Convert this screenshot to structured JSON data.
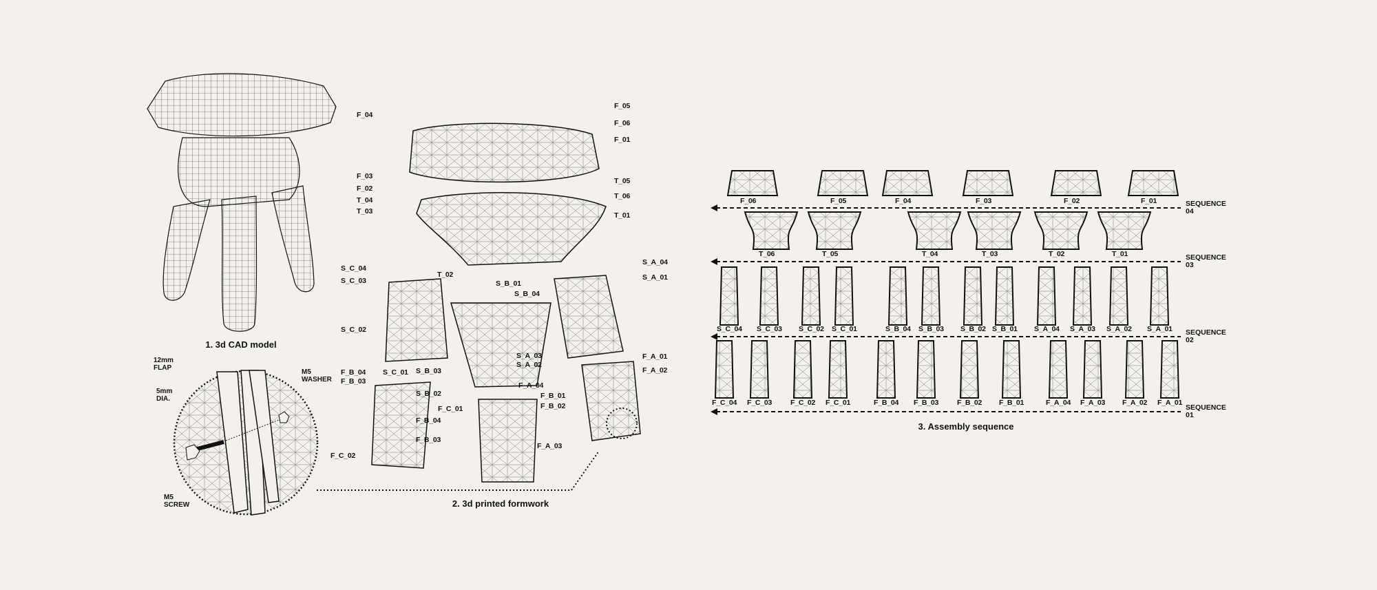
{
  "colors": {
    "background": "#f4f1ec",
    "ink": "#111111",
    "fill": "#ebe7e0"
  },
  "section1": {
    "caption": "1. 3d CAD model"
  },
  "detail": {
    "flap": [
      "12mm",
      "FLAP"
    ],
    "dia": [
      "5mm",
      "DIA."
    ],
    "washer": [
      "M5",
      "WASHER"
    ],
    "screw": [
      "M5",
      "SCREW"
    ]
  },
  "section2": {
    "caption": "2. 3d printed formwork",
    "labels": [
      "F_04",
      "F_05",
      "F_06",
      "F_01",
      "F_03",
      "F_02",
      "T_05",
      "T_04",
      "T_06",
      "T_03",
      "T_01",
      "T_02",
      "S_C_04",
      "S_C_03",
      "S_A_04",
      "S_A_01",
      "S_B_01",
      "S_B_04",
      "S_C_02",
      "S_A_03",
      "S_A_02",
      "F_A_01",
      "F_A_02",
      "F_B_04",
      "S_C_01",
      "S_B_03",
      "F_B_03",
      "F_A_04",
      "S_B_02",
      "F_B_01",
      "F_B_02",
      "F_C_01",
      "F_B_04",
      "F_B_03",
      "F_A_03",
      "F_C_02"
    ]
  },
  "section3": {
    "caption": "3.  Assembly sequence",
    "sequences": [
      "SEQUENCE\n04",
      "SEQUENCE\n03",
      "SEQUENCE\n02",
      "SEQUENCE\n01"
    ],
    "rows": [
      [
        "F_06",
        "F_05",
        "F_04",
        "F_03",
        "F_02",
        "F_01"
      ],
      [
        "T_06",
        "T_05",
        "T_04",
        "T_03",
        "T_02",
        "T_01"
      ],
      [
        "S_C_04",
        "S_C_03",
        "S_C_02",
        "S_C_01",
        "S_B_04",
        "S_B_03",
        "S_B_02",
        "S_B_01",
        "S_A_04",
        "S_A_03",
        "S_A_02",
        "S_A_01"
      ],
      [
        "F_C_04",
        "F_C_03",
        "F_C_02",
        "F_C_01",
        "F_B_04",
        "F_B_03",
        "F_B_02",
        "F_B_01",
        "F_A_04",
        "F_A_03",
        "F_A_02",
        "F_A_01"
      ]
    ]
  }
}
